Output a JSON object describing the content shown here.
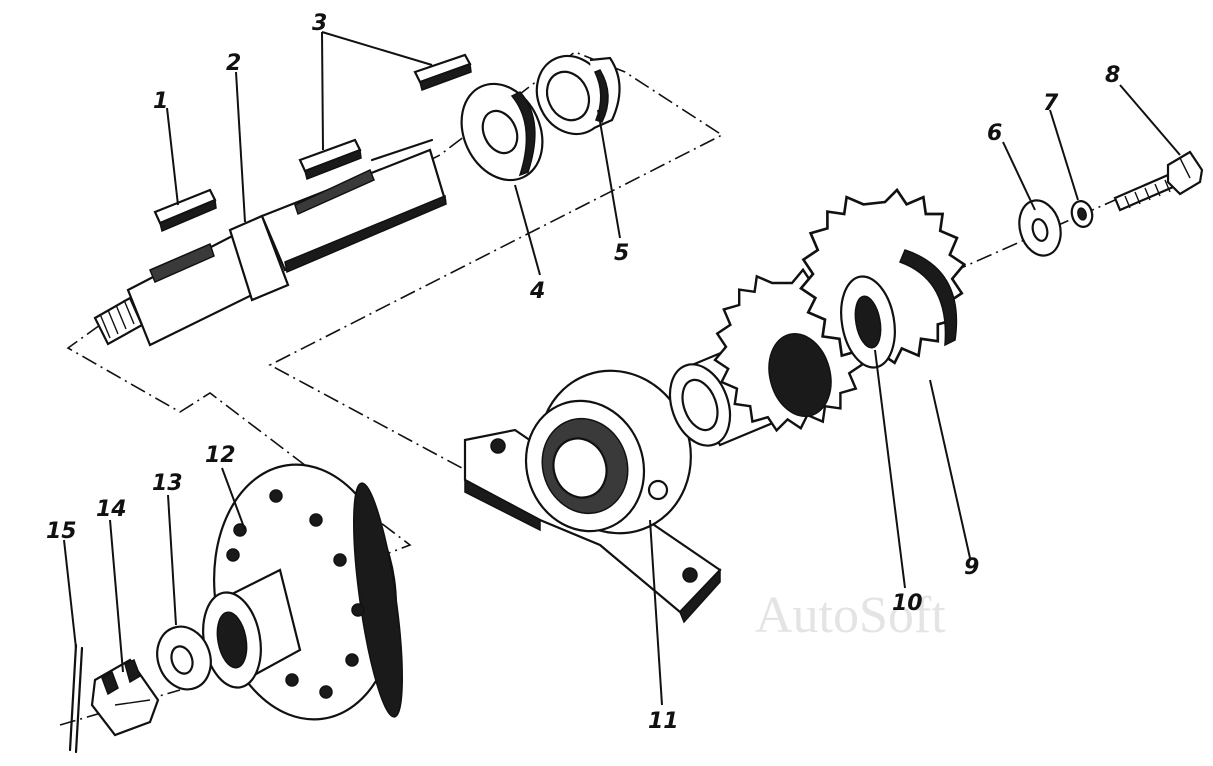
{
  "watermark": "AutoSoft",
  "colors": {
    "ink": "#111111",
    "background": "#ffffff",
    "watermark": "#e4e4e4"
  },
  "labels": {
    "p1": "1",
    "p2": "2",
    "p3": "3",
    "p4": "4",
    "p5": "5",
    "p6": "6",
    "p7": "7",
    "p8": "8",
    "p9": "9",
    "p10": "10",
    "p11": "11",
    "p12": "12",
    "p13": "13",
    "p14": "14",
    "p15": "15"
  }
}
